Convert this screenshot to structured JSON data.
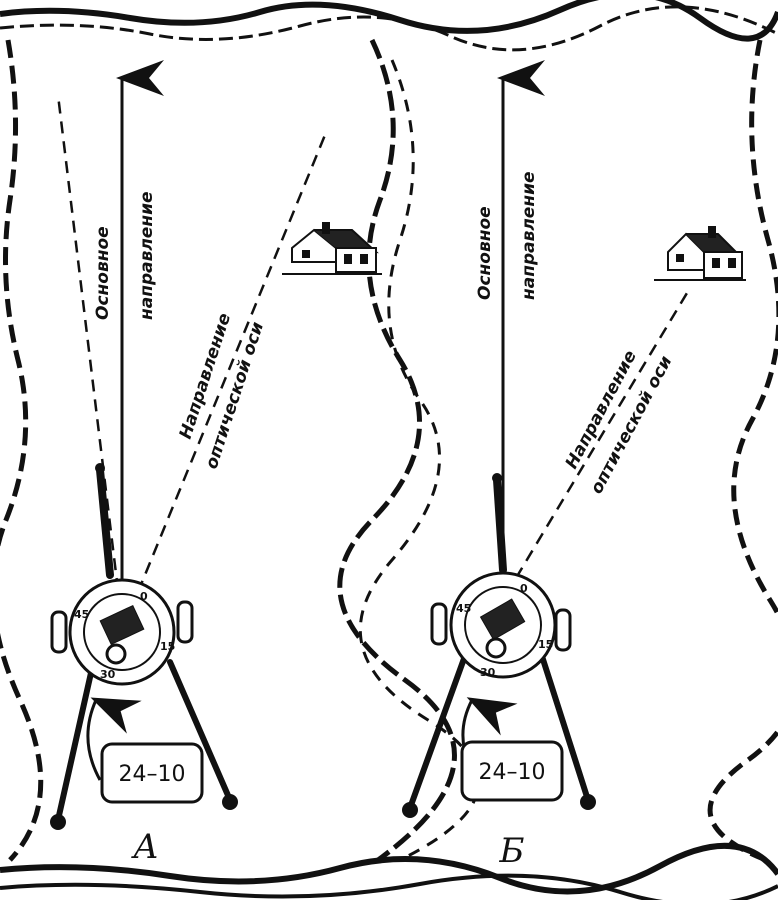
{
  "panels": [
    {
      "letter": "А",
      "main_direction_label_line1": "Основное",
      "main_direction_label_line2": "направление",
      "optical_axis_label_line1": "Направление",
      "optical_axis_label_line2": "оптической оси",
      "readout": "24–10",
      "dial_marks": [
        "0",
        "15",
        "30",
        "45"
      ]
    },
    {
      "letter": "Б",
      "main_direction_label_line1": "Основное",
      "main_direction_label_line2": "направление",
      "optical_axis_label_line1": "Направление",
      "optical_axis_label_line2": "оптической оси",
      "readout": "24–10",
      "dial_marks": [
        "0",
        "15",
        "30",
        "45"
      ]
    }
  ]
}
